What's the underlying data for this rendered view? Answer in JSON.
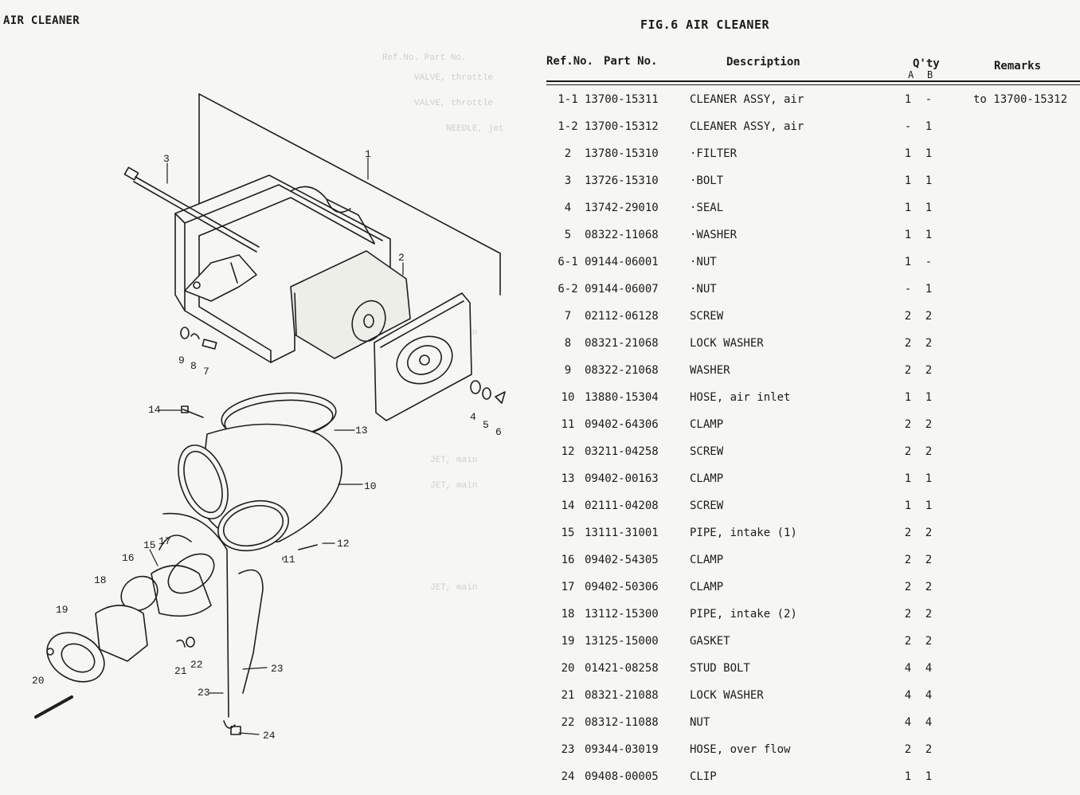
{
  "left_page": {
    "title": "AIR CLEANER"
  },
  "callouts": [
    "1",
    "2",
    "3",
    "4",
    "5",
    "6",
    "7",
    "8",
    "9",
    "10",
    "11",
    "12",
    "13",
    "14",
    "15",
    "16",
    "17",
    "18",
    "19",
    "20",
    "21",
    "22",
    "23",
    "23",
    "24"
  ],
  "table": {
    "title": "FIG.6  AIR CLEANER",
    "headers": {
      "ref": "Ref.No.",
      "part": "Part  No.",
      "desc": "Description",
      "qty": "Q'ty",
      "qty_a": "A",
      "qty_b": "B",
      "remarks": "Remarks"
    },
    "rows": [
      {
        "ref": "1-1",
        "part": "13700-15311",
        "desc": "CLEANER ASSY, air",
        "a": "1",
        "b": "-",
        "remarks": "to 13700-15312"
      },
      {
        "ref": "1-2",
        "part": "13700-15312",
        "desc": "CLEANER ASSY, air",
        "a": "-",
        "b": "1",
        "remarks": ""
      },
      {
        "ref": "2",
        "part": "13780-15310",
        "desc": "·FILTER",
        "a": "1",
        "b": "1",
        "remarks": ""
      },
      {
        "ref": "3",
        "part": "13726-15310",
        "desc": "·BOLT",
        "a": "1",
        "b": "1",
        "remarks": ""
      },
      {
        "ref": "4",
        "part": "13742-29010",
        "desc": "·SEAL",
        "a": "1",
        "b": "1",
        "remarks": ""
      },
      {
        "ref": "5",
        "part": "08322-11068",
        "desc": "·WASHER",
        "a": "1",
        "b": "1",
        "remarks": ""
      },
      {
        "ref": "6-1",
        "part": "09144-06001",
        "desc": "·NUT",
        "a": "1",
        "b": "-",
        "remarks": ""
      },
      {
        "ref": "6-2",
        "part": "09144-06007",
        "desc": "·NUT",
        "a": "-",
        "b": "1",
        "remarks": ""
      },
      {
        "ref": "7",
        "part": "02112-06128",
        "desc": "SCREW",
        "a": "2",
        "b": "2",
        "remarks": ""
      },
      {
        "ref": "8",
        "part": "08321-21068",
        "desc": "LOCK WASHER",
        "a": "2",
        "b": "2",
        "remarks": ""
      },
      {
        "ref": "9",
        "part": "08322-21068",
        "desc": "WASHER",
        "a": "2",
        "b": "2",
        "remarks": ""
      },
      {
        "ref": "10",
        "part": "13880-15304",
        "desc": "HOSE, air inlet",
        "a": "1",
        "b": "1",
        "remarks": ""
      },
      {
        "ref": "11",
        "part": "09402-64306",
        "desc": "CLAMP",
        "a": "2",
        "b": "2",
        "remarks": ""
      },
      {
        "ref": "12",
        "part": "03211-04258",
        "desc": "SCREW",
        "a": "2",
        "b": "2",
        "remarks": ""
      },
      {
        "ref": "13",
        "part": "09402-00163",
        "desc": "CLAMP",
        "a": "1",
        "b": "1",
        "remarks": ""
      },
      {
        "ref": "14",
        "part": "02111-04208",
        "desc": "SCREW",
        "a": "1",
        "b": "1",
        "remarks": ""
      },
      {
        "ref": "15",
        "part": "13111-31001",
        "desc": "PIPE, intake (1)",
        "a": "2",
        "b": "2",
        "remarks": ""
      },
      {
        "ref": "16",
        "part": "09402-54305",
        "desc": "CLAMP",
        "a": "2",
        "b": "2",
        "remarks": ""
      },
      {
        "ref": "17",
        "part": "09402-50306",
        "desc": "CLAMP",
        "a": "2",
        "b": "2",
        "remarks": ""
      },
      {
        "ref": "18",
        "part": "13112-15300",
        "desc": "PIPE, intake (2)",
        "a": "2",
        "b": "2",
        "remarks": ""
      },
      {
        "ref": "19",
        "part": "13125-15000",
        "desc": "GASKET",
        "a": "2",
        "b": "2",
        "remarks": ""
      },
      {
        "ref": "20",
        "part": "01421-08258",
        "desc": "STUD BOLT",
        "a": "4",
        "b": "4",
        "remarks": ""
      },
      {
        "ref": "21",
        "part": "08321-21088",
        "desc": "LOCK WASHER",
        "a": "4",
        "b": "4",
        "remarks": ""
      },
      {
        "ref": "22",
        "part": "08312-11088",
        "desc": "NUT",
        "a": "4",
        "b": "4",
        "remarks": ""
      },
      {
        "ref": "23",
        "part": "09344-03019",
        "desc": "HOSE, over flow",
        "a": "2",
        "b": "2",
        "remarks": ""
      },
      {
        "ref": "24",
        "part": "09408-00005",
        "desc": "CLIP",
        "a": "1",
        "b": "1",
        "remarks": ""
      }
    ]
  }
}
